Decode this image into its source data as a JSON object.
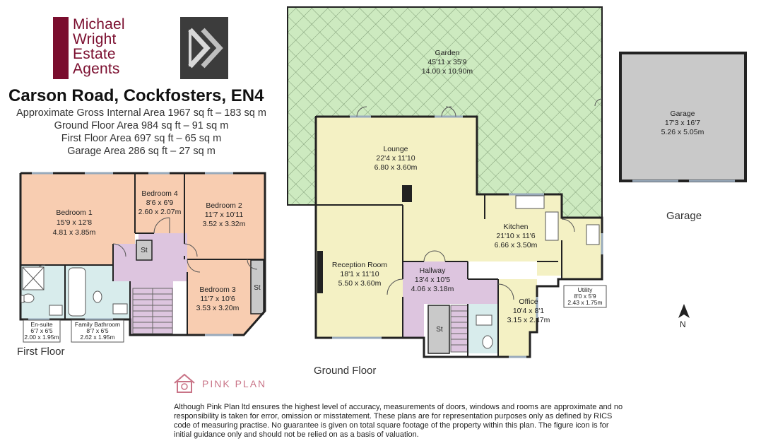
{
  "agent": {
    "line1": "Michael",
    "line2": "Wright",
    "line3": "Estate",
    "line4": "Agents"
  },
  "title": "Carson Road, Cockfosters, EN4",
  "areas": [
    "Approximate Gross Internal Area 1967 sq ft – 183 sq m",
    "Ground Floor Area 984 sq ft – 91 sq m",
    "First Floor Area 697 sq ft – 65 sq m",
    "Garage Area 286 sq ft – 27 sq m"
  ],
  "colors": {
    "bedroom": "#f8cdb1",
    "reception": "#f4f1c4",
    "hallway": "#ddc5df",
    "bathroom": "#d8ecec",
    "garden": "#cdeac0",
    "garage": "#c9c9c9",
    "store": "#c9c9c9",
    "wall": "#222222",
    "brand": "#7a0d2e",
    "pink": "#c97487"
  },
  "first_floor": {
    "label": "First Floor",
    "bedroom1": {
      "name": "Bedroom 1",
      "imperial": "15'9 x 12'8",
      "metric": "4.81 x 3.85m"
    },
    "bedroom4": {
      "name": "Bedroom 4",
      "imperial": "8'6 x 6'9",
      "metric": "2.60 x 2.07m"
    },
    "bedroom2": {
      "name": "Bedroom 2",
      "imperial": "11'7 x 10'11",
      "metric": "3.52 x 3.32m"
    },
    "bedroom3": {
      "name": "Bedroom 3",
      "imperial": "11'7 x 10'6",
      "metric": "3.53 x 3.20m"
    },
    "ensuite": {
      "name": "En-suite",
      "imperial": "6'7 x 6'5",
      "metric": "2.00 x 1.95m"
    },
    "bathroom": {
      "name": "Family Bathroom",
      "imperial": "8'7 x 6'5",
      "metric": "2.62 x 1.95m"
    },
    "store1": "St",
    "store2": "St"
  },
  "ground_floor": {
    "label": "Ground Floor",
    "garden": {
      "name": "Garden",
      "imperial": "45'11 x 35'9",
      "metric": "14.00 x 10.90m"
    },
    "lounge": {
      "name": "Lounge",
      "imperial": "22'4 x 11'10",
      "metric": "6.80 x 3.60m"
    },
    "kitchen": {
      "name": "Kitchen",
      "imperial": "21'10 x 11'6",
      "metric": "6.66 x 3.50m"
    },
    "reception": {
      "name": "Reception Room",
      "imperial": "18'1 x 11'10",
      "metric": "5.50 x 3.60m"
    },
    "hallway": {
      "name": "Hallway",
      "imperial": "13'4 x 10'5",
      "metric": "4.06 x 3.18m"
    },
    "office": {
      "name": "Office",
      "imperial": "10'4 x 8'1",
      "metric": "3.15 x 2.47m"
    },
    "utility": {
      "name": "Utility",
      "imperial": "8'0 x 5'9",
      "metric": "2.43 x 1.75m"
    },
    "store": "St"
  },
  "garage": {
    "label": "Garage",
    "name": "Garage",
    "imperial": "17'3 x 16'7",
    "metric": "5.26 x 5.05m"
  },
  "brand": "PINK PLAN",
  "north": "N",
  "disclaimer": "Although Pink Plan ltd ensures the highest level of accuracy, measurements of doors, windows and rooms are approximate and no responsibility is taken for error, omission or misstatement. These plans are for representation purposes only as defined by RICS code of measuring practise. No guarantee is given on total square footage of the property within this plan. The figure icon is for initial guidance only and should not be relied on as a basis of valuation."
}
